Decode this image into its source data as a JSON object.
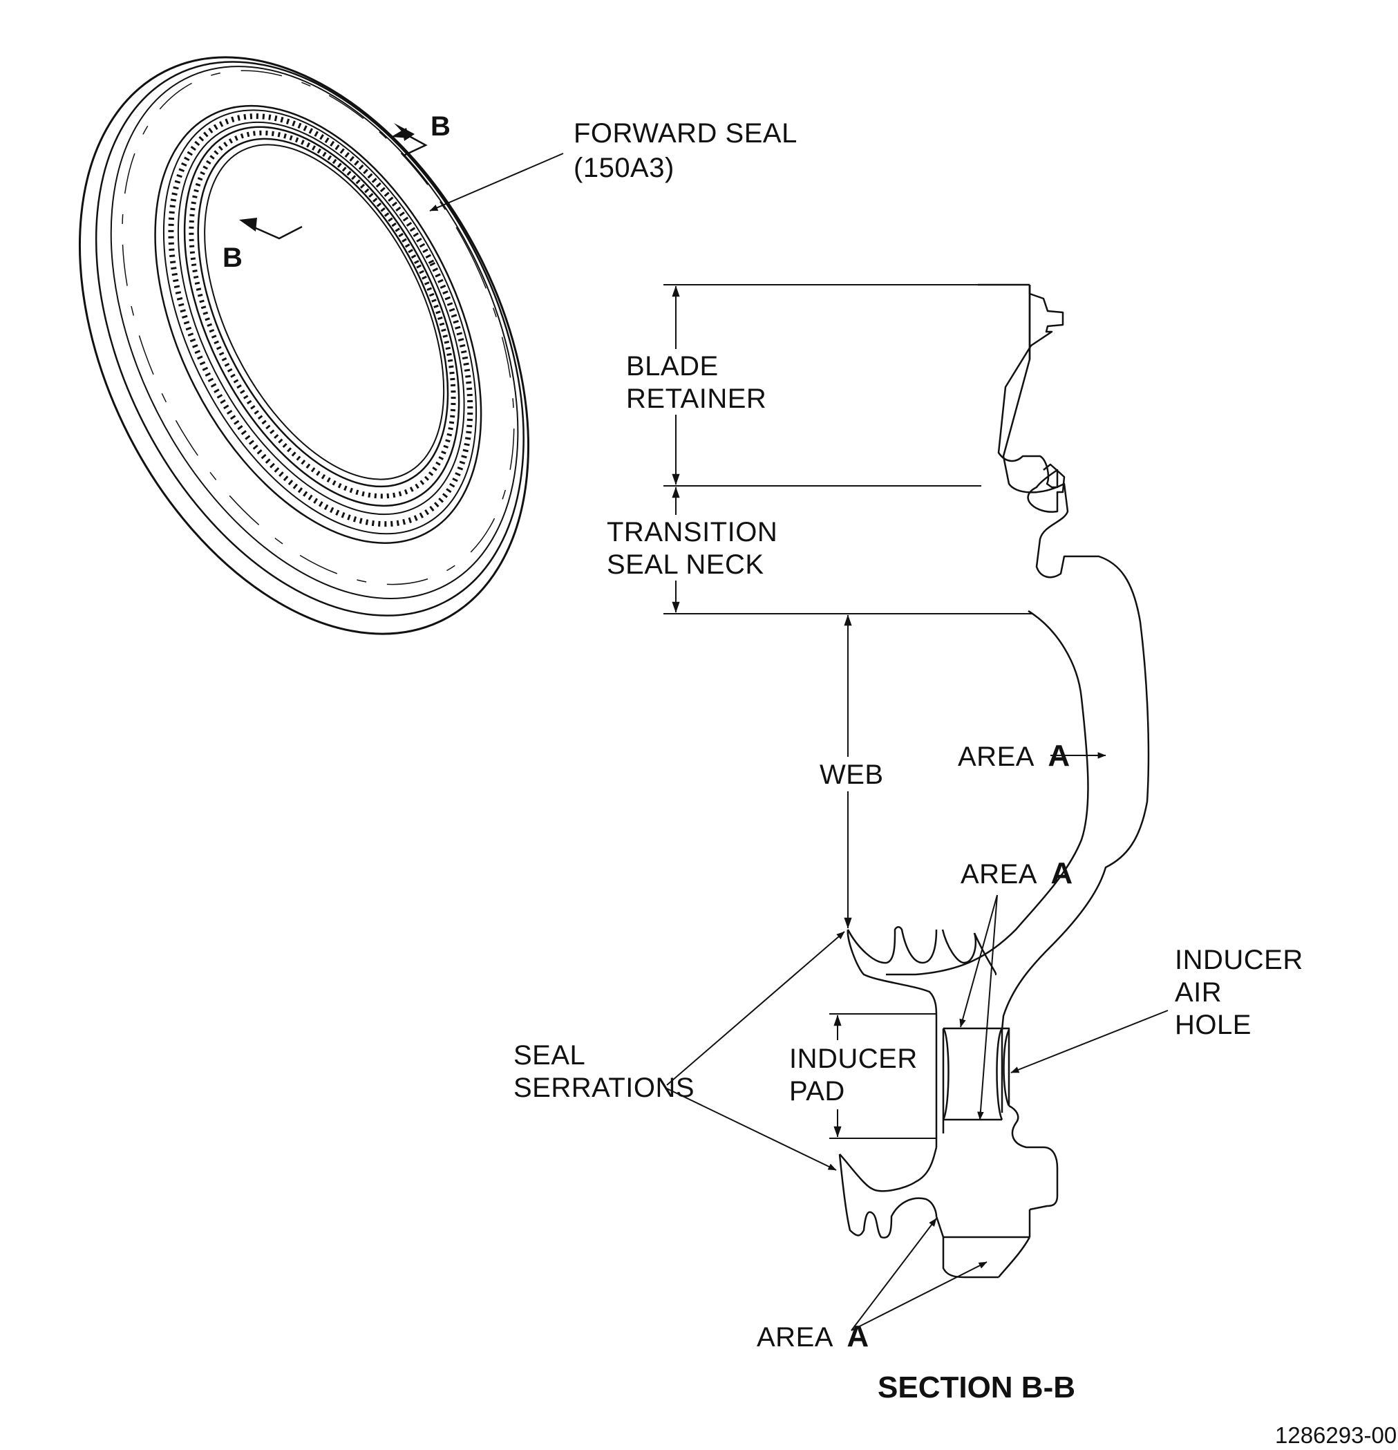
{
  "labels": {
    "forward_seal_line1": "FORWARD SEAL",
    "forward_seal_line2": "(150A3)",
    "section_marker_top": "B",
    "section_marker_left": "B",
    "blade_retainer_line1": "BLADE",
    "blade_retainer_line2": "RETAINER",
    "transition_line1": "TRANSITION",
    "transition_line2": "SEAL NECK",
    "web": "WEB",
    "area_prefix": "AREA",
    "area_letter": "A",
    "inducer_air_hole_line1": "INDUCER",
    "inducer_air_hole_line2": "AIR",
    "inducer_air_hole_line3": "HOLE",
    "seal_serrations_line1": "SEAL",
    "seal_serrations_line2": "SERRATIONS",
    "inducer_pad_line1": "INDUCER",
    "inducer_pad_line2": "PAD",
    "section_title": "SECTION B-B",
    "drawing_number": "1286293-00"
  },
  "colors": {
    "ink": "#111111",
    "background": "#ffffff"
  }
}
